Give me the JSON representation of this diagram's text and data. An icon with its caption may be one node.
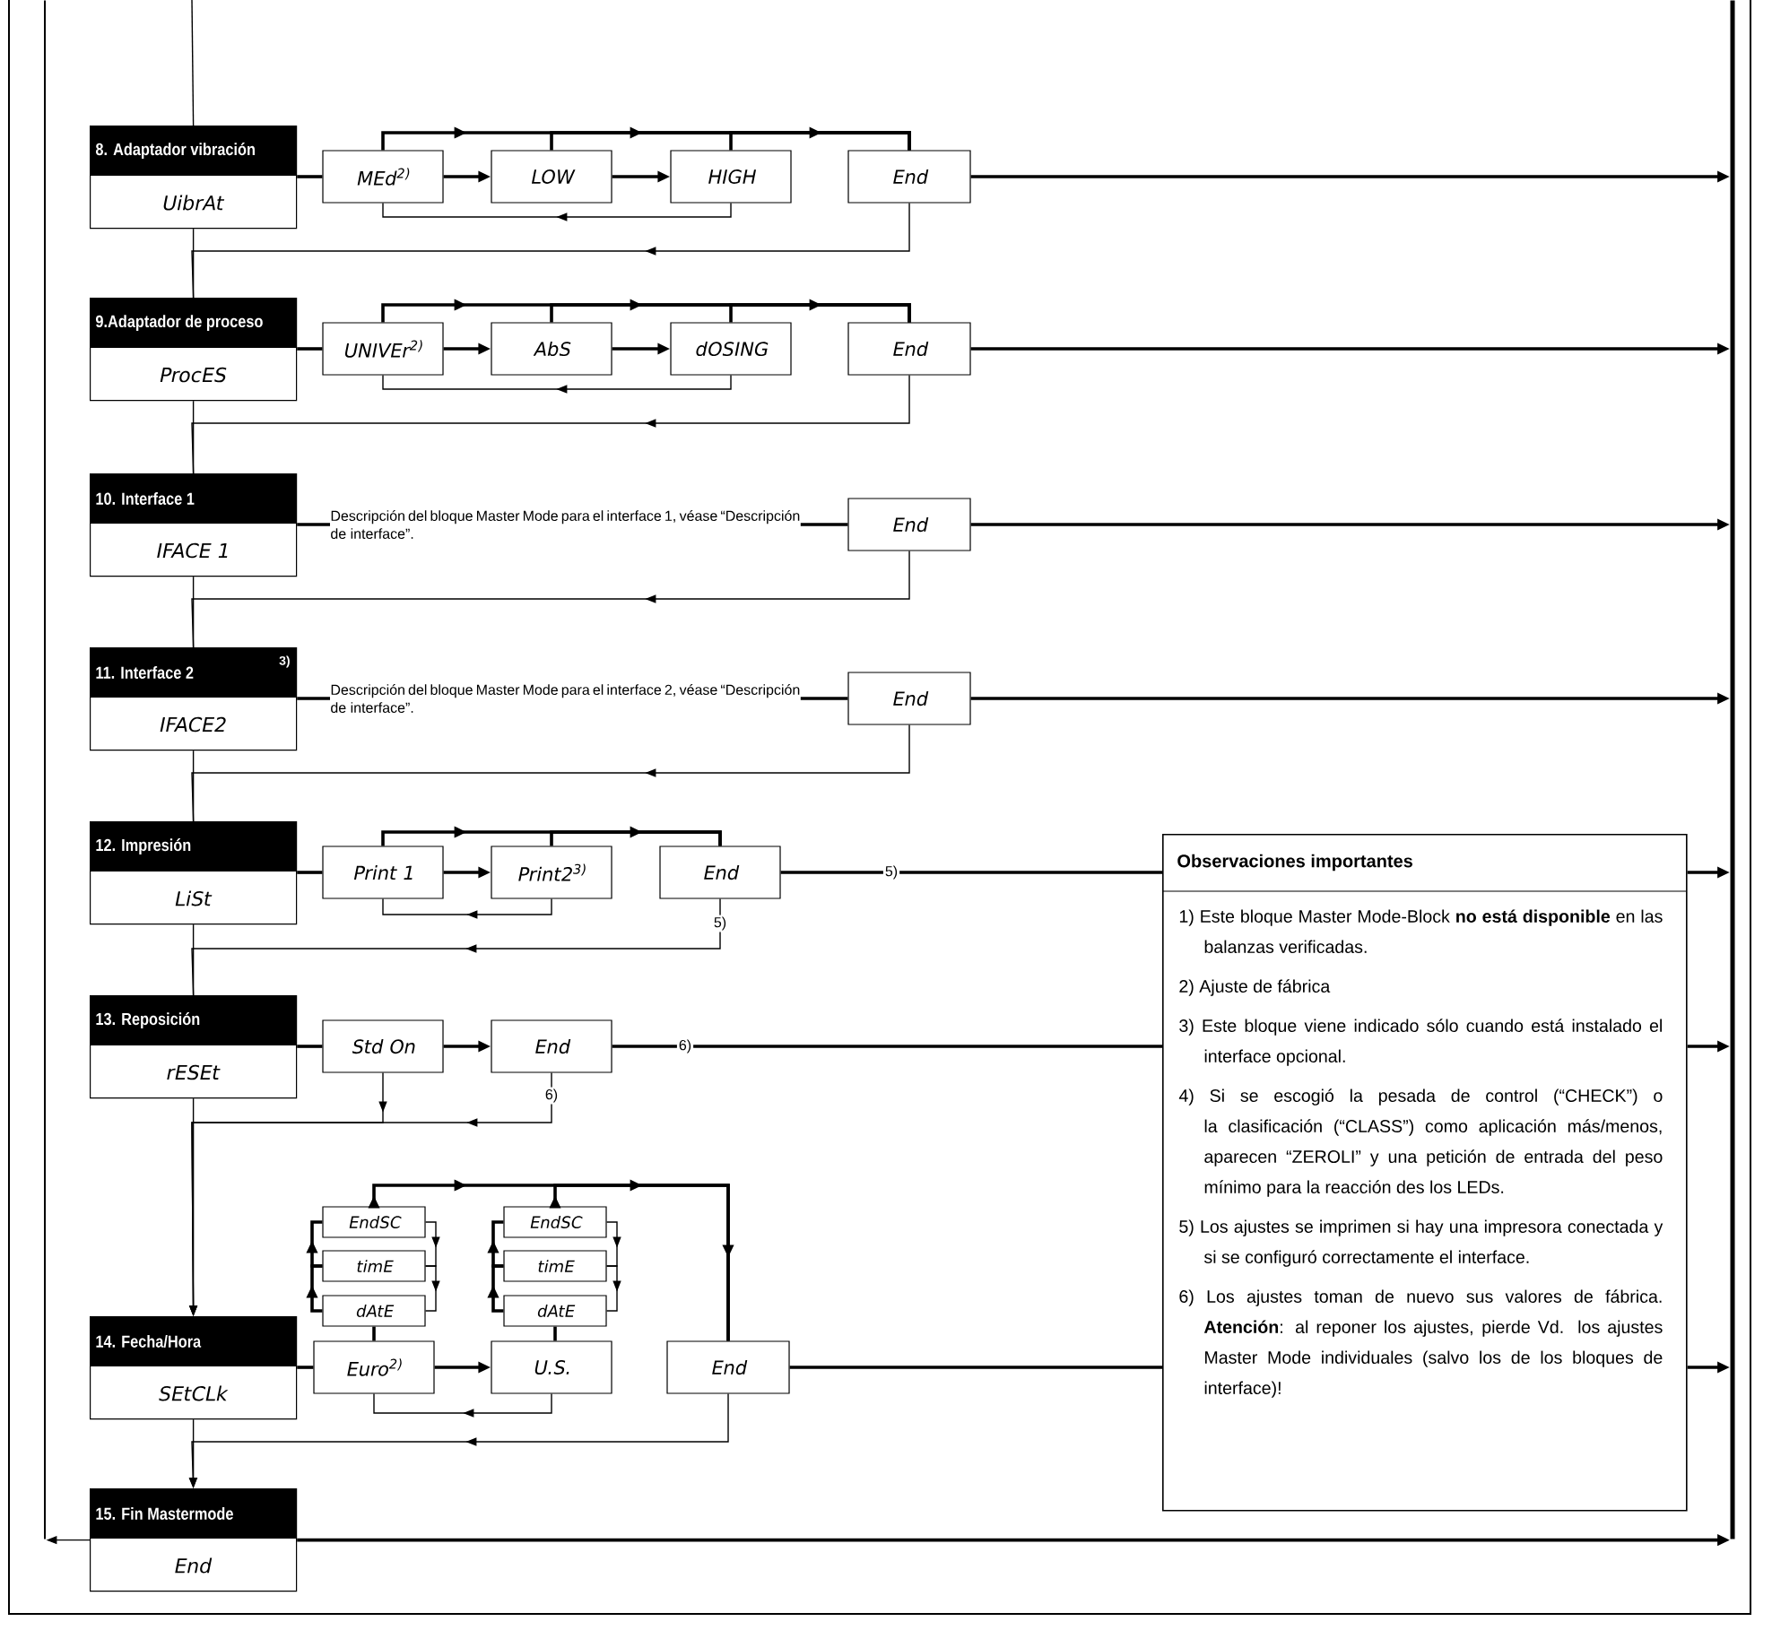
{
  "diagram": {
    "nodes": [
      {
        "text": [
          "8. Adaptador vibración",
          "UibrAt"
        ]
      },
      {
        "text": [
          "MEd$^{2)}$"
        ]
      },
      {
        "text": [
          "LOW"
        ]
      },
      {
        "text": [
          "HIGH"
        ]
      },
      {
        "text": [
          "End"
        ]
      },
      {
        "text": [
          "9.Adaptador de proceso",
          "ProcES"
        ]
      },
      {
        "text": [
          "UNIVEr$^{2)}$"
        ]
      },
      {
        "text": [
          "AbS"
        ]
      },
      {
        "text": [
          "dOSING"
        ]
      },
      {
        "text": [
          "End"
        ]
      },
      {
        "text": [
          "10. Interface 1",
          "IFACE 1"
        ]
      },
      {
        "text": [
          "Descripción del bloque Master Mode para el interface 1, véase “Descripción de interface”."
        ]
      },
      {
        "text": [
          "End"
        ]
      },
      {
        "text": [
          "11. Interface 2",
          "3)",
          "IFACE2"
        ]
      },
      {
        "text": [
          "Descripción del bloque Master Mode para el interface 2, véase “Descripción de interface”."
        ]
      },
      {
        "text": [
          "End"
        ]
      },
      {
        "text": [
          "12. Impresión",
          "LiSt"
        ]
      },
      {
        "text": [
          "Print 1"
        ]
      },
      {
        "text": [
          "Print2$^{3)}$"
        ]
      },
      {
        "text": [
          "End"
        ]
      },
      {
        "text": [
          "13. Reposición",
          "rESEt"
        ]
      },
      {
        "text": [
          "Std On"
        ]
      },
      {
        "text": [
          "End"
        ]
      },
      {
        "text": [
          "14. Fecha/Hora",
          "SEtCLk"
        ]
      },
      {
        "text": [
          "EndSC"
        ]
      },
      {
        "text": [
          "timE"
        ]
      },
      {
        "text": [
          "dAtE"
        ]
      },
      {
        "text": [
          "Euro$^{2)}$"
        ]
      },
      {
        "text": [
          "EndSC"
        ]
      },
      {
        "text": [
          "timE"
        ]
      },
      {
        "text": [
          "dAtE"
        ]
      },
      {
        "text": [
          "U.S."
        ]
      },
      {
        "text": [
          "End"
        ]
      },
      {
        "text": [
          "15. Fin Mastermode",
          "End"
        ]
      },
      {
        "text": [
          "Observaciones importantes",
          "1) Este bloque Master Mode-Block **no está disponible** en las balanzas verificadas.",
          "2) Ajuste de fábrica",
          "3) Este bloque viene indicado sólo cuando está instalado el interface opcional.",
          "4) Si se escogió la pesada de control (“CHECK”) o la clasificación (“CLASS”) como aplicación más/menos, aparecen “ZEROLI” y una petición de entrada del peso mínimo para la reacción des los LEDs.",
          "5) Los ajustes se imprimen si hay una impresora conectada y si se configuró correctamente el interface.",
          "6) Los ajustes toman de nuevo sus valores de fábrica. **Atención**: al reponer los ajustes, pierde Vd. los ajustes Master Mode individuales (salvo los de los bloques de interface)!"
        ]
      },
      {
        "text": [],
        "shape": "bar"
      },
      {
        "text": [],
        "shape": "bar"
      }
    ],
    "edges": [
      {
        "from": null,
        "to": 0,
        "arrow": "none"
      },
      {
        "from": 0,
        "to": 1,
        "arrow": "none"
      },
      {
        "from": 1,
        "to": 2,
        "arrow": "to"
      },
      {
        "from": 2,
        "to": 3,
        "arrow": "to"
      },
      {
        "from": 1,
        "to": 4,
        "arrow": "to"
      },
      {
        "from": 2,
        "to": 4,
        "arrow": "to"
      },
      {
        "from": 3,
        "to": 4,
        "arrow": "to"
      },
      {
        "from": 3,
        "to": 1,
        "arrow": "to"
      },
      {
        "from": 4,
        "to": 36,
        "arrow": "to"
      },
      {
        "from": 0,
        "to": 5,
        "arrow": "none"
      },
      {
        "from": 4,
        "to": 5,
        "arrow": "to"
      },
      {
        "from": 5,
        "to": 6,
        "arrow": "none"
      },
      {
        "from": 6,
        "to": 7,
        "arrow": "to"
      },
      {
        "from": 7,
        "to": 8,
        "arrow": "to"
      },
      {
        "from": 6,
        "to": 9,
        "arrow": "to"
      },
      {
        "from": 7,
        "to": 9,
        "arrow": "to"
      },
      {
        "from": 8,
        "to": 9,
        "arrow": "to"
      },
      {
        "from": 8,
        "to": 6,
        "arrow": "to"
      },
      {
        "from": 9,
        "to": 36,
        "arrow": "to"
      },
      {
        "from": 5,
        "to": 10,
        "arrow": "none"
      },
      {
        "from": 9,
        "to": 10,
        "arrow": "to"
      },
      {
        "from": 10,
        "to": 11,
        "arrow": "none"
      },
      {
        "from": 11,
        "to": 12,
        "arrow": "none"
      },
      {
        "from": 12,
        "to": 36,
        "arrow": "to"
      },
      {
        "from": 10,
        "to": 13,
        "arrow": "none"
      },
      {
        "from": 12,
        "to": 13,
        "arrow": "to"
      },
      {
        "from": 13,
        "to": 14,
        "arrow": "none"
      },
      {
        "from": 14,
        "to": 15,
        "arrow": "none"
      },
      {
        "from": 15,
        "to": 36,
        "arrow": "to"
      },
      {
        "from": 13,
        "to": 16,
        "arrow": "none"
      },
      {
        "from": 15,
        "to": 16,
        "arrow": "to"
      },
      {
        "from": 16,
        "to": 17,
        "arrow": "none"
      },
      {
        "from": 17,
        "to": 18,
        "arrow": "to"
      },
      {
        "from": 17,
        "to": 19,
        "arrow": "to"
      },
      {
        "from": 18,
        "to": 19,
        "arrow": "to"
      },
      {
        "from": 18,
        "to": 17,
        "arrow": "to"
      },
      {
        "from": 19,
        "to": 34,
        "arrow": "none",
        "label": "5)"
      },
      {
        "from": 19,
        "to": 20,
        "arrow": "to",
        "label": "5)"
      },
      {
        "from": 16,
        "to": 20,
        "arrow": "none"
      },
      {
        "from": 20,
        "to": 21,
        "arrow": "none"
      },
      {
        "from": 21,
        "to": 22,
        "arrow": "to"
      },
      {
        "from": 22,
        "to": 34,
        "arrow": "none",
        "label": "6)"
      },
      {
        "from": 22,
        "to": 23,
        "arrow": "to",
        "label": "6)"
      },
      {
        "from": 21,
        "to": 23,
        "arrow": "to"
      },
      {
        "from": 20,
        "to": 23,
        "arrow": "to"
      },
      {
        "from": 23,
        "to": 27,
        "arrow": "none"
      },
      {
        "from": 27,
        "to": 31,
        "arrow": "to"
      },
      {
        "from": 31,
        "to": 27,
        "arrow": "to"
      },
      {
        "from": 27,
        "to": 26,
        "arrow": "none"
      },
      {
        "from": 26,
        "to": 25,
        "arrow": "to"
      },
      {
        "from": 25,
        "to": 24,
        "arrow": "to"
      },
      {
        "from": 24,
        "to": 25,
        "arrow": "to"
      },
      {
        "from": 25,
        "to": 26,
        "arrow": "to"
      },
      {
        "from": 31,
        "to": 30,
        "arrow": "none"
      },
      {
        "from": 30,
        "to": 29,
        "arrow": "to"
      },
      {
        "from": 29,
        "to": 28,
        "arrow": "to"
      },
      {
        "from": 28,
        "to": 29,
        "arrow": "to"
      },
      {
        "from": 29,
        "to": 30,
        "arrow": "to"
      },
      {
        "from": 24,
        "to": 32,
        "arrow": "to"
      },
      {
        "from": 28,
        "to": 32,
        "arrow": "to"
      },
      {
        "from": 32,
        "to": 34,
        "arrow": "none"
      },
      {
        "from": 32,
        "to": 33,
        "arrow": "to"
      },
      {
        "from": 23,
        "to": 33,
        "arrow": "to"
      },
      {
        "from": 33,
        "to": 36,
        "arrow": "to"
      },
      {
        "from": 33,
        "to": 35,
        "arrow": "to"
      },
      {
        "from": 34,
        "to": 36,
        "arrow": "to"
      },
      {
        "from": 34,
        "to": 36,
        "arrow": "to"
      },
      {
        "from": 34,
        "to": 36,
        "arrow": "to"
      }
    ]
  }
}
